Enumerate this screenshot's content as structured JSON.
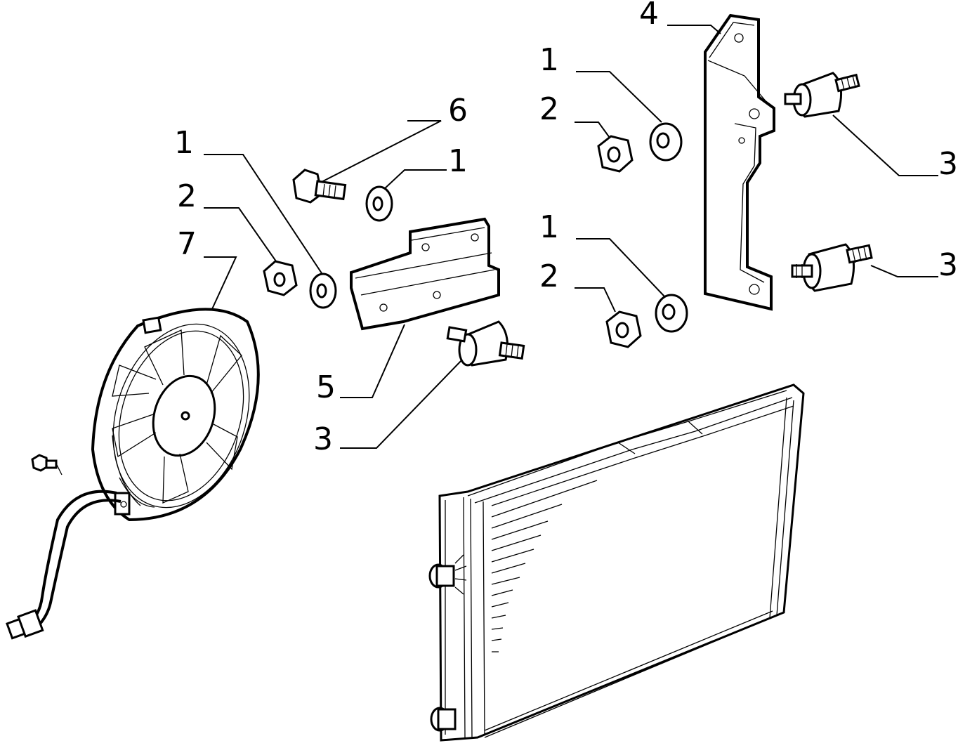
{
  "diagram": {
    "callouts": [
      {
        "id": "c4",
        "text": "4"
      },
      {
        "id": "c1a",
        "text": "1"
      },
      {
        "id": "c2a",
        "text": "2"
      },
      {
        "id": "c3a",
        "text": "3"
      },
      {
        "id": "c6",
        "text": "6"
      },
      {
        "id": "c1b",
        "text": "1"
      },
      {
        "id": "c1c",
        "text": "1"
      },
      {
        "id": "c2b",
        "text": "2"
      },
      {
        "id": "c7",
        "text": "7"
      },
      {
        "id": "c1d",
        "text": "1"
      },
      {
        "id": "c3b",
        "text": "3"
      },
      {
        "id": "c2c",
        "text": "2"
      },
      {
        "id": "c5",
        "text": "5"
      },
      {
        "id": "c3c",
        "text": "3"
      }
    ]
  }
}
